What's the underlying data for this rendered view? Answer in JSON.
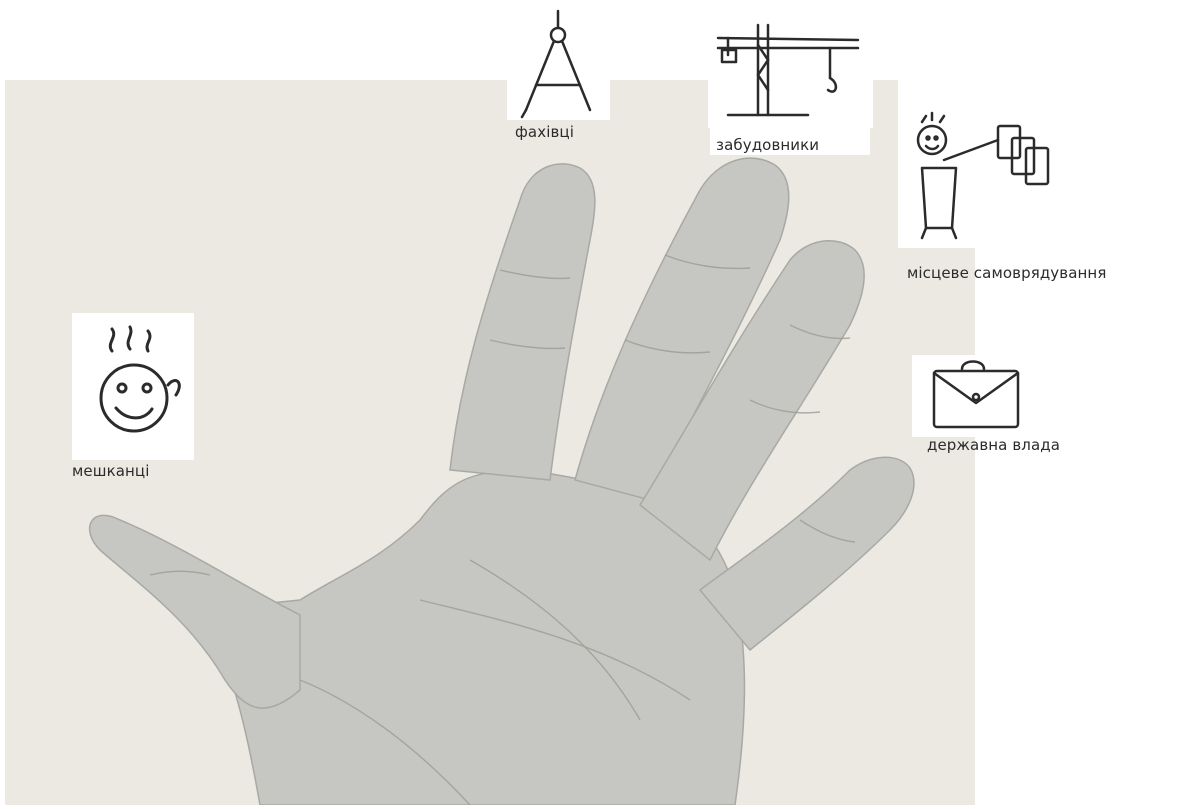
{
  "labels": {
    "residents": "мешканці",
    "specialists": "фахівці",
    "developers": "забудовники",
    "local_government": "місцеве самоврядування",
    "state_authority": "державна влада"
  },
  "icons": {
    "residents": "smiling-face-icon",
    "specialists": "drawing-compass-icon",
    "developers": "construction-crane-icon",
    "local_government": "official-at-podium-icon",
    "state_authority": "briefcase-icon"
  },
  "colors": {
    "background": "#ffffff",
    "backdrop": "#ebe9e2",
    "skin": "#c6c6c2",
    "ink": "#2b2b2b"
  }
}
